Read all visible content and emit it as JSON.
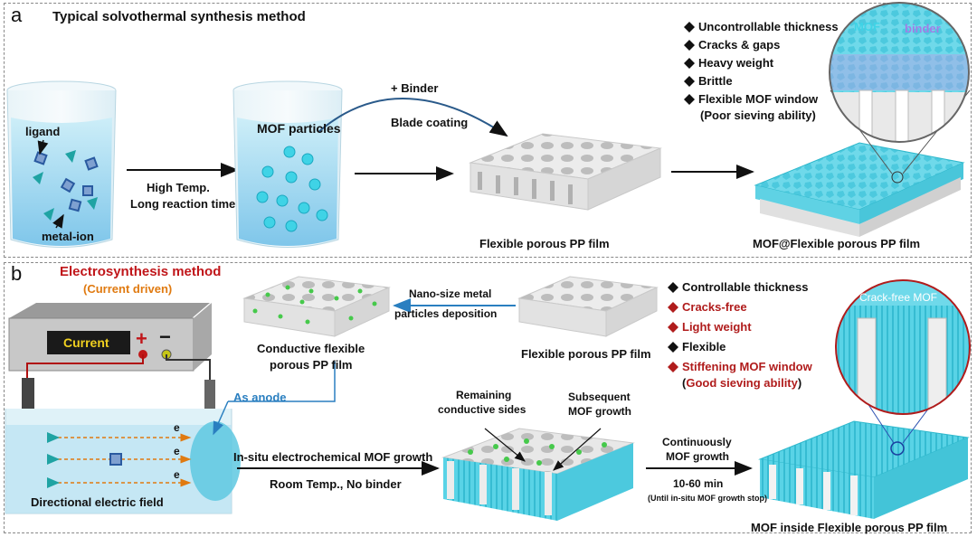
{
  "panel_a": {
    "letter": "a",
    "title": "Typical solvothermal synthesis method",
    "beaker1": {
      "ligand": "ligand",
      "metal_ion": "metal-ion"
    },
    "arrow1": {
      "line1": "High Temp.",
      "line2": "Long reaction time"
    },
    "beaker2": {
      "label": "MOF particles"
    },
    "curved_arrow": {
      "top": "+ Binder",
      "bottom": "Blade coating"
    },
    "film_label": "Flexible  porous  PP film",
    "result_label": "MOF@Flexible  porous  PP film",
    "bullets": [
      "Uncontrollable thickness",
      "Cracks & gaps",
      "Heavy weight",
      "Brittle",
      "Flexible MOF window",
      "(Poor sieving ability)"
    ],
    "zoom": {
      "mof": "MOF",
      "binder": "binder"
    }
  },
  "panel_b": {
    "letter": "b",
    "title": "Electrosynthesis method",
    "subtitle": "(Current driven)",
    "power_supply": {
      "display": "Current",
      "plus": "+",
      "minus": "−"
    },
    "anode_label": "As anode",
    "electron": "e",
    "field_label": "Directional electric field",
    "conductive_label_1": "Conductive flexible",
    "conductive_label_2": "porous  PP film",
    "deposition_1": "Nano-size metal",
    "deposition_2": "particles deposition",
    "film_label": "Flexible  porous  PP film",
    "insitu_label": "In-situ electrochemical MOF growth",
    "room_temp": "Room Temp., No binder",
    "remaining_1": "Remaining",
    "remaining_2": "conductive sides",
    "subsequent_1": "Subsequent",
    "subsequent_2": "MOF growth",
    "continuous_1": "Continuously",
    "continuous_2": "MOF growth",
    "time": "10-60 min",
    "until": "(Until in-situ MOF growth stop)",
    "result_label": "MOF inside Flexible  porous  PP film",
    "bullets": [
      {
        "text": "Controllable thickness",
        "color": "#111111"
      },
      {
        "text": "Cracks-free",
        "color": "#b01c1c"
      },
      {
        "text": "Light weight",
        "color": "#b01c1c"
      },
      {
        "text": "Flexible",
        "color": "#111111"
      },
      {
        "text": "Stiffening MOF window",
        "color": "#b01c1c"
      }
    ],
    "last_bullet_paren_open": "(",
    "last_bullet_tail": "Good sieving ability",
    "last_bullet_paren_close": ")",
    "zoom_label": "Crack-free MOF"
  },
  "colors": {
    "cyan": "#3fd3e6",
    "red": "#c0161a",
    "orange": "#e07a10",
    "blue_arrow": "#2a7fc0",
    "green": "#46c94b"
  }
}
